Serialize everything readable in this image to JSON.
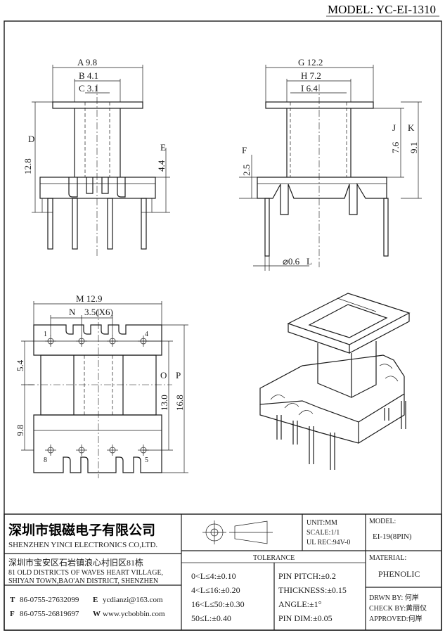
{
  "header": {
    "model_label": "MODEL:",
    "model_value": "YC-EI-1310"
  },
  "dimensions": {
    "A": "A 9.8",
    "B": "B 4.1",
    "C": "C 3.1",
    "D_letter": "D",
    "D_value": "12.8",
    "E_letter": "E",
    "E_value": "4.4",
    "G": "G 12.2",
    "H": "H 7.2",
    "I": "I 6.4",
    "J_letter": "J",
    "J_value": "7.6",
    "K_letter": "K",
    "K_value": "9.1",
    "F_letter": "F",
    "F_value": "2.5",
    "L_value": "⌀0.6",
    "L_letter": "L",
    "M": "M 12.9",
    "N_letter": "N",
    "N_value": "3.5(X6)",
    "O_letter": "O",
    "O_value": "13.0",
    "P_letter": "P",
    "P_value": "16.8",
    "left_top": "5.4",
    "left_bottom": "9.8"
  },
  "pins": {
    "p1": "1",
    "p4": "4",
    "p5": "5",
    "p8": "8"
  },
  "title_block": {
    "company_cn": "深圳市银磁电子有限公司",
    "company_en": "SHENZHEN YINCI ELECTRONICS CO,LTD.",
    "address_cn": "深圳市宝安区石岩镇浪心村旧区81栋",
    "address_en_1": "81 OLD DISTRICTS OF WAVES HEART VILLAGE,",
    "address_en_2": "SHIYAN TOWN,BAO'AN DISTRICT, SHENZHEN",
    "tel_label": "T",
    "tel": "86-0755-27632099",
    "email_label": "E",
    "email": "ycdianzi@163.com",
    "fax_label": "F",
    "fax": "86-0755-26819697",
    "web_label": "W",
    "web": "www.ycbobbin.com",
    "unit": "UNIT:MM",
    "scale": "SCALE:1/1",
    "ul_rec": "UL REC:94V-0",
    "model_label": "MODEL:",
    "model_value": "EI-19(8PIN)",
    "tolerance_title": "TOLERANCE",
    "tol_1": "0<L≤4:±0.10",
    "tol_2": "4<L≤16:±0.20",
    "tol_3": "16<L≤50:±0.30",
    "tol_4": "50≤L:±0.40",
    "pin_pitch": "PIN PITCH:±0.2",
    "thickness": "THICKNESS:±0.15",
    "angle": "ANGLE:±1°",
    "pin_dim": "PIN DIM:±0.05",
    "material_label": "MATERIAL:",
    "material_value": "PHENOLIC",
    "drawn_by": "DRWN BY: 何岸",
    "check_by": "CHECK BY:黄丽仪",
    "approved": "APPROVED:何岸"
  }
}
